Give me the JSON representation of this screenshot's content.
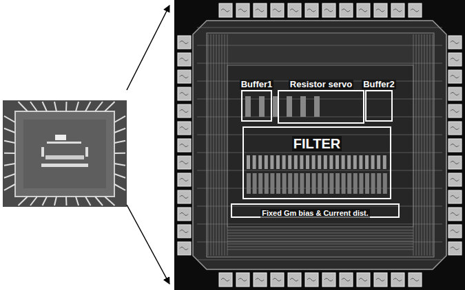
{
  "diagram": {
    "nodes": [
      {
        "text": [
          "Buffer1"
        ]
      },
      {
        "text": [
          "Resistor servo"
        ]
      },
      {
        "text": [
          "Buffer2"
        ]
      },
      {
        "text": [
          "FILTER"
        ]
      },
      {
        "text": [
          "Fixed Gm bias & Current dist."
        ]
      }
    ]
  }
}
